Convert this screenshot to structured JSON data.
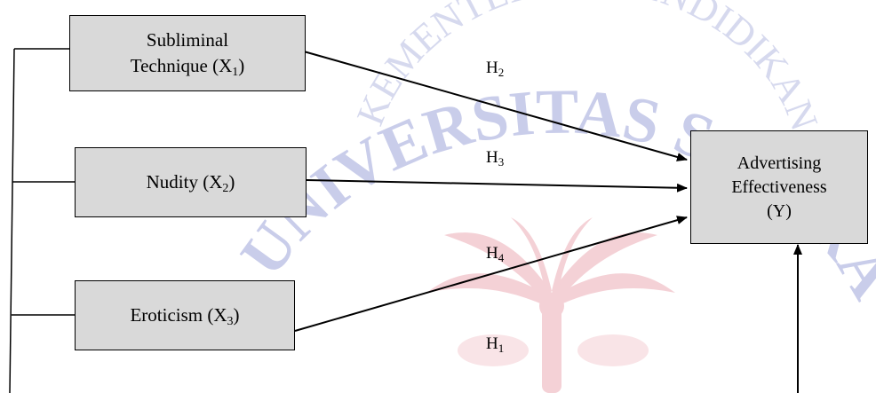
{
  "watermark": {
    "arc_text": "KEMENTERIAN PENDIDIKAN DAN",
    "main_text": "UNIVERSITAS SAM RATULANGI",
    "colors": {
      "arc": "#d6d9ee",
      "main": "#c9cdea",
      "emblem": "#f3c9cf"
    }
  },
  "boxes": {
    "x1": {
      "line1": "Subliminal",
      "line2_main": "Technique (X",
      "line2_sub": "1",
      "line2_end": ")"
    },
    "x2": {
      "main": "Nudity (X",
      "sub": "2",
      "end": ")"
    },
    "x3": {
      "main": "Eroticism (X",
      "sub": "3",
      "end": ")"
    },
    "y": {
      "line1": "Advertising",
      "line2": "Effectiveness",
      "line3": "(Y)"
    }
  },
  "hypotheses": [
    {
      "letter": "H",
      "num": "2"
    },
    {
      "letter": "H",
      "num": "3"
    },
    {
      "letter": "H",
      "num": "4"
    },
    {
      "letter": "H",
      "num": "1"
    }
  ],
  "colors": {
    "box_fill": "#d9d9d9",
    "line": "#000000"
  }
}
